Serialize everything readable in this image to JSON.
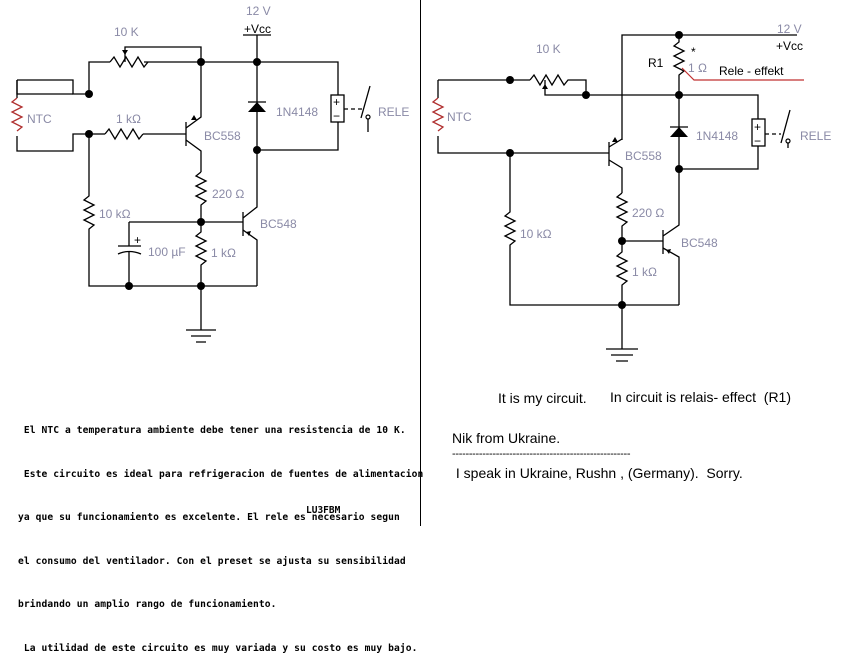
{
  "left_circuit": {
    "supply_voltage": "12 V",
    "supply_label": "+Vcc",
    "pot_label": "10 K",
    "ntc_label": "NTC",
    "r_base_label": "1 kΩ",
    "q1_label": "BC558",
    "diode_label": "1N4148",
    "relay_label": "RELE",
    "r_collector_label": "220 Ω",
    "q2_label": "BC548",
    "r_pulldown_label": "10 kΩ",
    "cap_label": "100 µF",
    "r_bottom_label": "1 kΩ",
    "relay_plus": "+",
    "relay_minus": "−",
    "cap_plus": "+"
  },
  "left_text": {
    "lines": [
      " El NTC a temperatura ambiente debe tener una resistencia de 10 K.",
      " Este circuito es ideal para refrigeracion de fuentes de alimentacion",
      "ya que su funcionamiento es excelente. El rele es necesario segun",
      "el consumo del ventilador. Con el preset se ajusta su sensibilidad",
      "brindando un amplio rango de funcionamiento.",
      " La utilidad de este circuito es muy variada y su costo es muy bajo."
    ],
    "signature": "LU3FBM"
  },
  "right_circuit": {
    "supply_voltage": "12 V",
    "supply_label": "+Vcc",
    "pot_label": "10 K",
    "ntc_label": "NTC",
    "r1_label": "R1",
    "r1_asterisk": "*",
    "r1_value": "1 Ω",
    "r1_note": "Rele - effekt",
    "q1_label": "BC558",
    "diode_label": "1N4148",
    "relay_label": "RELE",
    "r_collector_label": "220 Ω",
    "q2_label": "BC548",
    "r_pulldown_label": "10 kΩ",
    "r_bottom_label": "1 kΩ",
    "relay_plus": "+",
    "relay_minus": "−",
    "note_color": "#c03030"
  },
  "right_text": {
    "line1": "It is my circuit.",
    "line2": "In circuit is relais- effect  (R1)",
    "line3": "Nik from Ukraine.",
    "separator": "-----------------------------------------------------",
    "line4": " I speak in Ukraine, Rushn , (Germany).  Sorry."
  }
}
